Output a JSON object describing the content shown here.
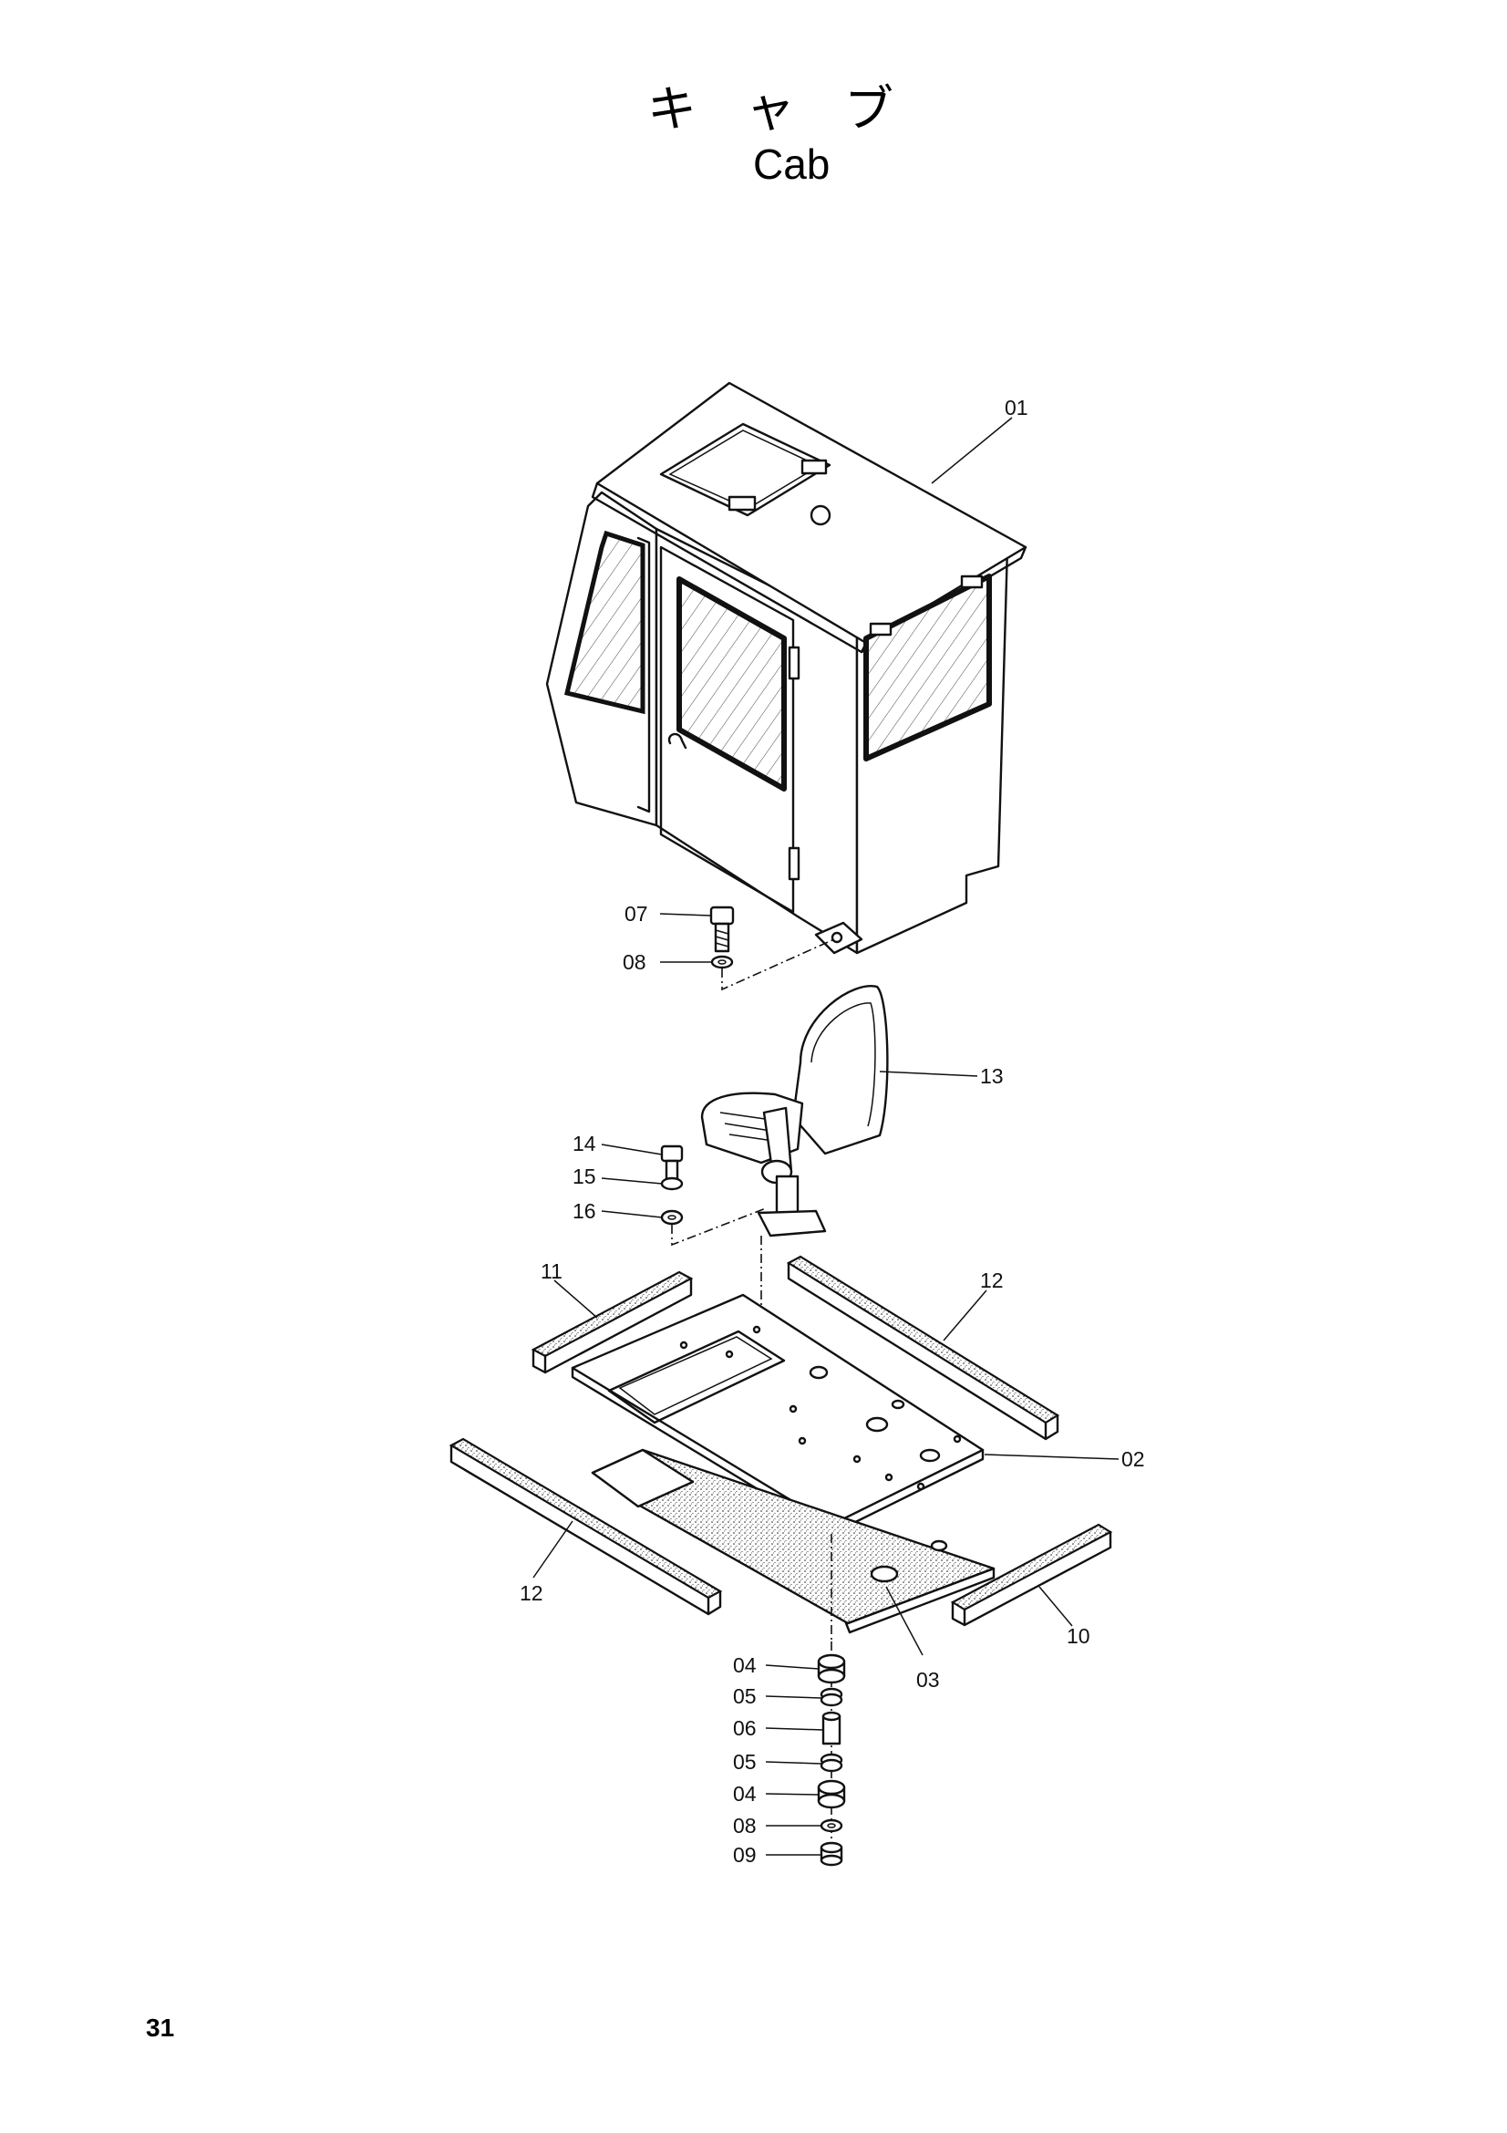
{
  "title": {
    "ja": "キ　ャ　ブ",
    "en": "Cab"
  },
  "page_number": "31",
  "callouts": {
    "c01": "01",
    "c02": "02",
    "c03": "03",
    "c07": "07",
    "c08a": "08",
    "c13": "13",
    "c14": "14",
    "c15": "15",
    "c16": "16",
    "c11": "11",
    "c12a": "12",
    "c12b": "12",
    "c10": "10",
    "c04a": "04",
    "c05a": "05",
    "c06": "06",
    "c05b": "05",
    "c04b": "04",
    "c08b": "08",
    "c09": "09"
  }
}
